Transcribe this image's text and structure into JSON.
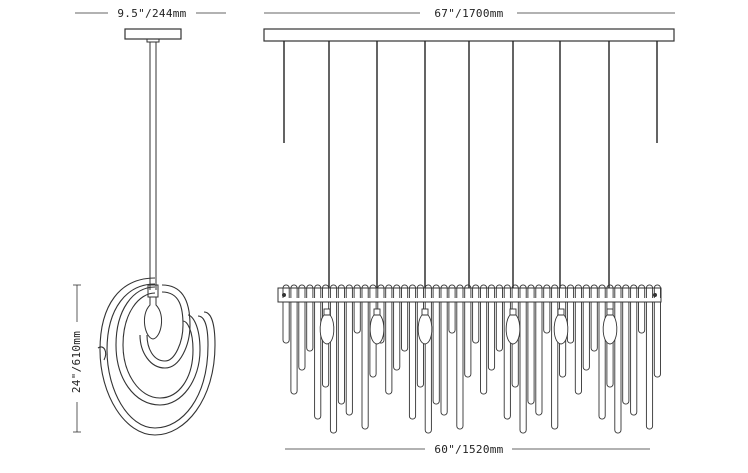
{
  "dimensions": {
    "canopy_width": "9.5\"/244mm",
    "overall_length": "67\"/1700mm",
    "body_height": "24\"/610mm",
    "body_width": "60\"/1520mm"
  },
  "colors": {
    "line": "#333333",
    "rod": "#222222",
    "background": "#ffffff"
  }
}
